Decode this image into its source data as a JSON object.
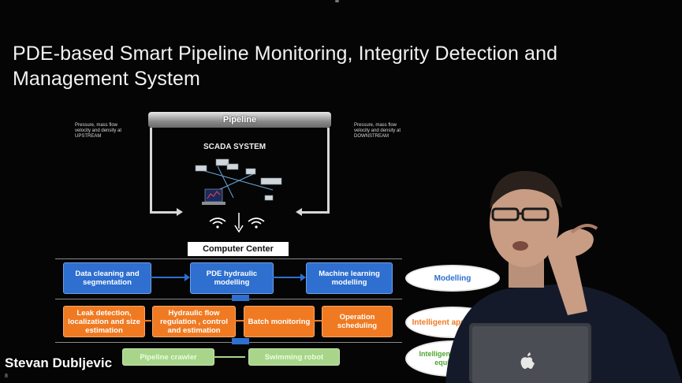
{
  "slide": {
    "title": "PDE-based Smart Pipeline Monitoring, Integrity Detection and Management System",
    "pipeline_label": "Pipeline",
    "upstream_note": "Pressure, mass flow velocity and density at UPSTREAM",
    "downstream_note": "Pressure, mass flow velocity and density at DOWNSTREAM",
    "scada_label": "SCADA SYSTEM",
    "computer_center_label": "Computer Center",
    "row1": [
      "Data cleaning  and segmentation",
      "PDE hydraulic modelling",
      "Machine learning modelling"
    ],
    "row2": [
      "Leak detection, localization and size estimation",
      "Hydraulic flow regulation , control and estimation",
      "Batch monitoring",
      "Operation scheduling"
    ],
    "row3": [
      "Pipeline crawler",
      "Swimming robot"
    ],
    "clouds": [
      "Modelling",
      "Intelligent application",
      "Intelligent detection equipment"
    ],
    "colors": {
      "blue": "#2e6fd0",
      "orange": "#f07a22",
      "green": "#a8d58a"
    }
  },
  "participant": {
    "name": "Stevan Dubljevic",
    "sub_label": "8"
  },
  "icons": {
    "wifi": "wifi-icon",
    "scada": "scada-network-icon",
    "laptop": "laptop-icon",
    "apple": "apple-logo-icon"
  }
}
